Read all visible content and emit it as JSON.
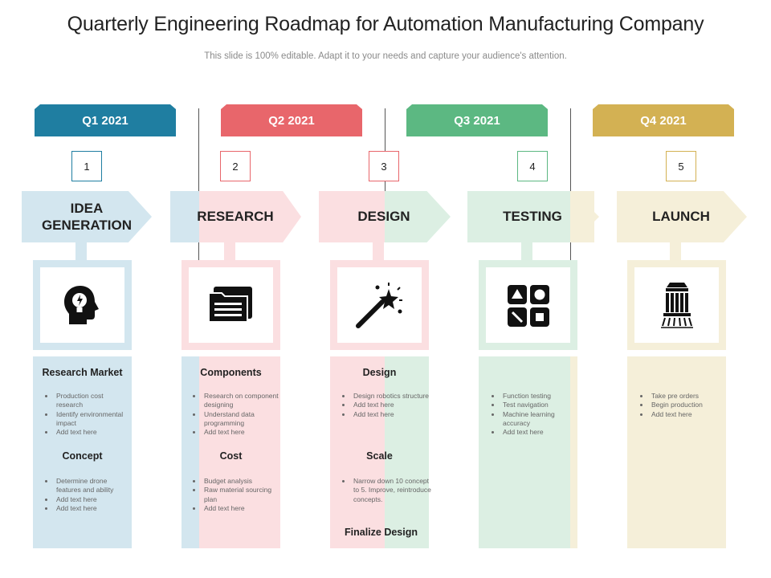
{
  "title": "Quarterly Engineering Roadmap for Automation Manufacturing Company",
  "subtitle": "This slide is 100% editable. Adapt it to your needs and capture your audience's attention.",
  "quarters": [
    {
      "label": "Q1 2021",
      "color": "#1f7ea1"
    },
    {
      "label": "Q2 2021",
      "color": "#e8666b"
    },
    {
      "label": "Q3 2021",
      "color": "#5cb882"
    },
    {
      "label": "Q4 2021",
      "color": "#d3b153"
    }
  ],
  "stages": [
    {
      "number": "1",
      "name": "IDEA\nGENERATION",
      "icon": "head-lightbulb-icon",
      "color": "#d3e6ef",
      "sections": [
        {
          "heading": "Research Market",
          "bullets": [
            "Production cost research",
            "Identify environmental impact",
            "Add text  here"
          ]
        },
        {
          "heading": "Concept",
          "bullets": [
            "Determine drone features and ability",
            "Add text  here",
            "Add text  here"
          ]
        }
      ]
    },
    {
      "number": "2",
      "name": "RESEARCH",
      "icon": "folder-icon",
      "color": "#fbdfe1",
      "sections": [
        {
          "heading": "Components",
          "bullets": [
            "Research  on component designing",
            "Understand data programming",
            "Add text  here"
          ]
        },
        {
          "heading": "Cost",
          "bullets": [
            "Budget analysis",
            "Raw material  sourcing plan",
            "Add text  here"
          ]
        }
      ]
    },
    {
      "number": "3",
      "name": "DESIGN",
      "icon": "magic-wand-icon",
      "color": "#fbdfe1",
      "sections": [
        {
          "heading": "Design",
          "bullets": [
            "Design robotics structure",
            "Add text  here",
            "Add text  here"
          ]
        },
        {
          "heading": "Scale",
          "bullets": [
            "Narrow down 10 concept to 5. Improve, reintroduce concepts."
          ]
        },
        {
          "heading": "Finalize Design",
          "bullets": []
        }
      ]
    },
    {
      "number": "4",
      "name": "TESTING",
      "icon": "shapes-grid-icon",
      "color": "#dcefe3",
      "sections": [
        {
          "heading": "",
          "bullets": [
            "Function testing",
            "Test navigation",
            "Machine  learning accuracy",
            "Add text  here"
          ]
        }
      ]
    },
    {
      "number": "5",
      "name": "LAUNCH",
      "icon": "robot-hand-icon",
      "color": "#f5efd9",
      "sections": [
        {
          "heading": "",
          "bullets": [
            "Take pre orders",
            "Begin production",
            "Add text  here"
          ]
        }
      ]
    }
  ]
}
